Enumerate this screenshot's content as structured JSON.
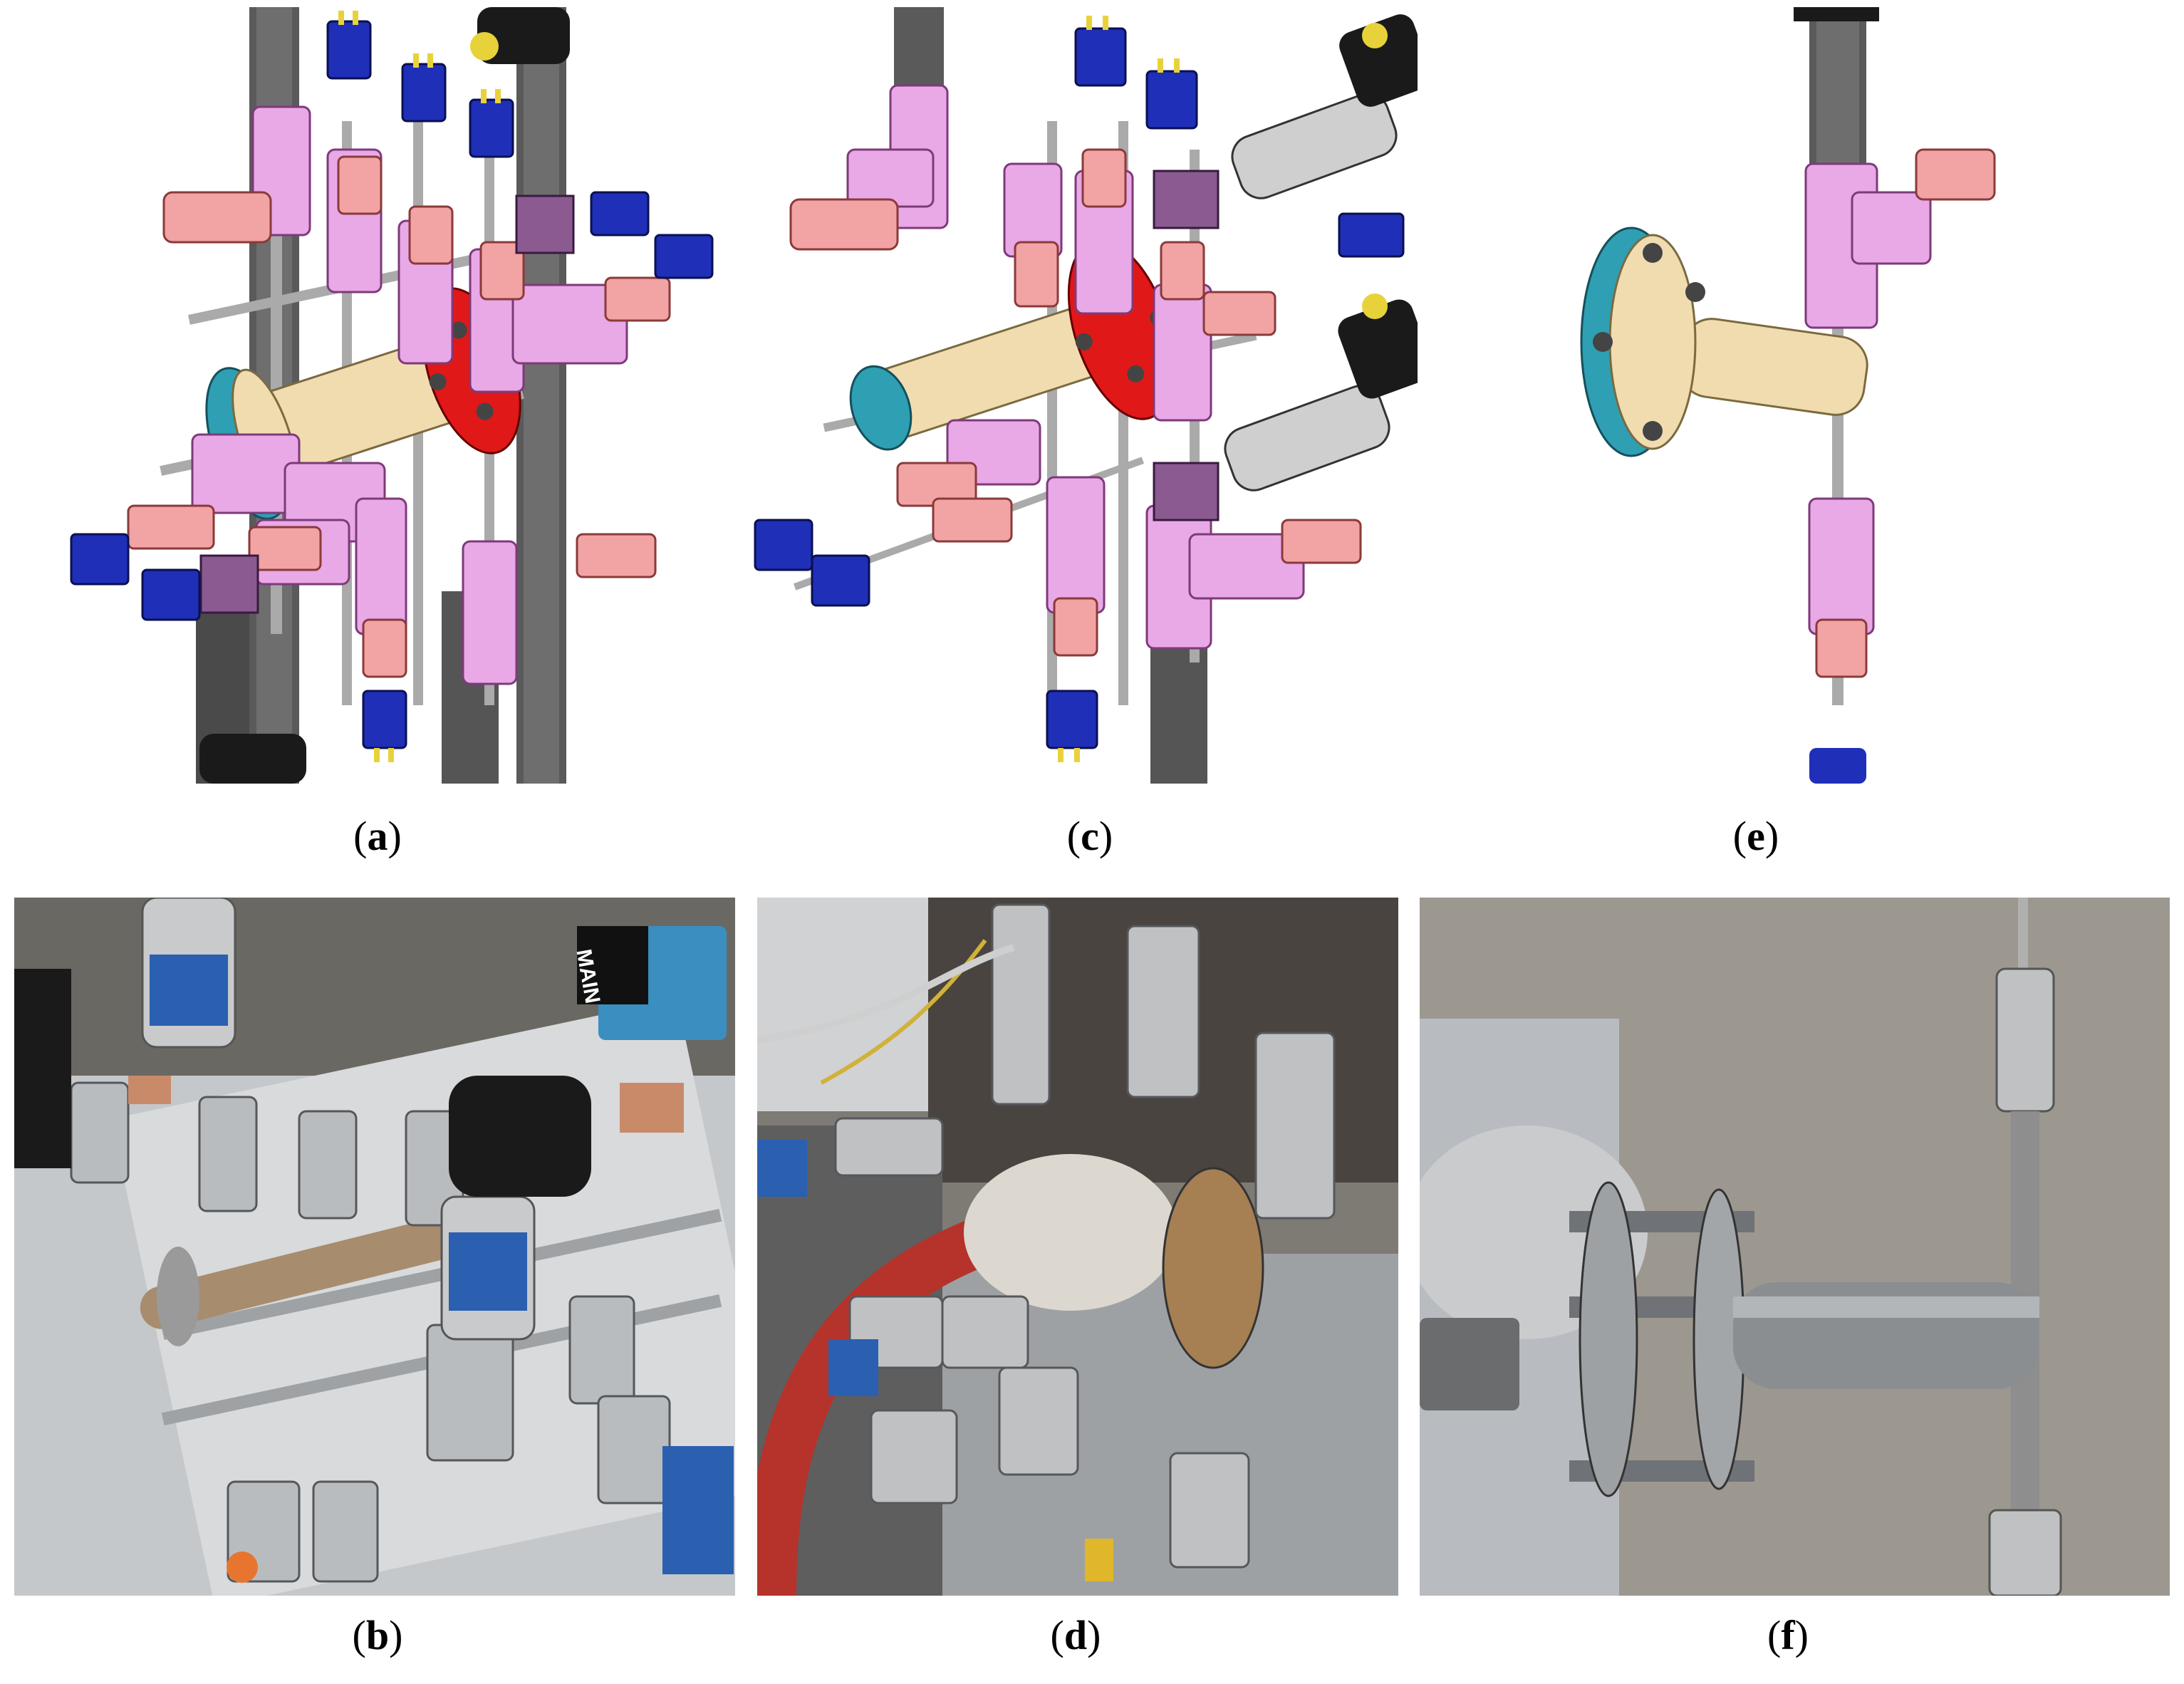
{
  "figure": {
    "panels": [
      {
        "id": "a",
        "caption_open": "(",
        "caption_letter": "a",
        "caption_close": ")",
        "kind": "cad-render"
      },
      {
        "id": "c",
        "caption_open": "(",
        "caption_letter": "c",
        "caption_close": ")",
        "kind": "cad-render"
      },
      {
        "id": "e",
        "caption_open": "(",
        "caption_letter": "e",
        "caption_close": ")",
        "kind": "cad-render"
      },
      {
        "id": "b",
        "caption_open": "(",
        "caption_letter": "b",
        "caption_close": ")",
        "kind": "photo"
      },
      {
        "id": "d",
        "caption_open": "(",
        "caption_letter": "d",
        "caption_close": ")",
        "kind": "photo"
      },
      {
        "id": "f",
        "caption_open": "(",
        "caption_letter": "f",
        "caption_close": ")",
        "kind": "photo"
      }
    ],
    "photo_labels": {
      "b_valve_tag": "MAIN"
    },
    "colors": {
      "fitting_pink": "#e9a8e6",
      "fitting_salmon": "#f2a3a3",
      "connector_blue": "#1f2fb8",
      "tube_grey": "#9a9a9a",
      "body_tan": "#f1dcb0",
      "flange_red": "#e01818",
      "flange_teal": "#2f9fb3",
      "cable_dark": "#555555",
      "sensor_black": "#1a1a1a"
    }
  }
}
